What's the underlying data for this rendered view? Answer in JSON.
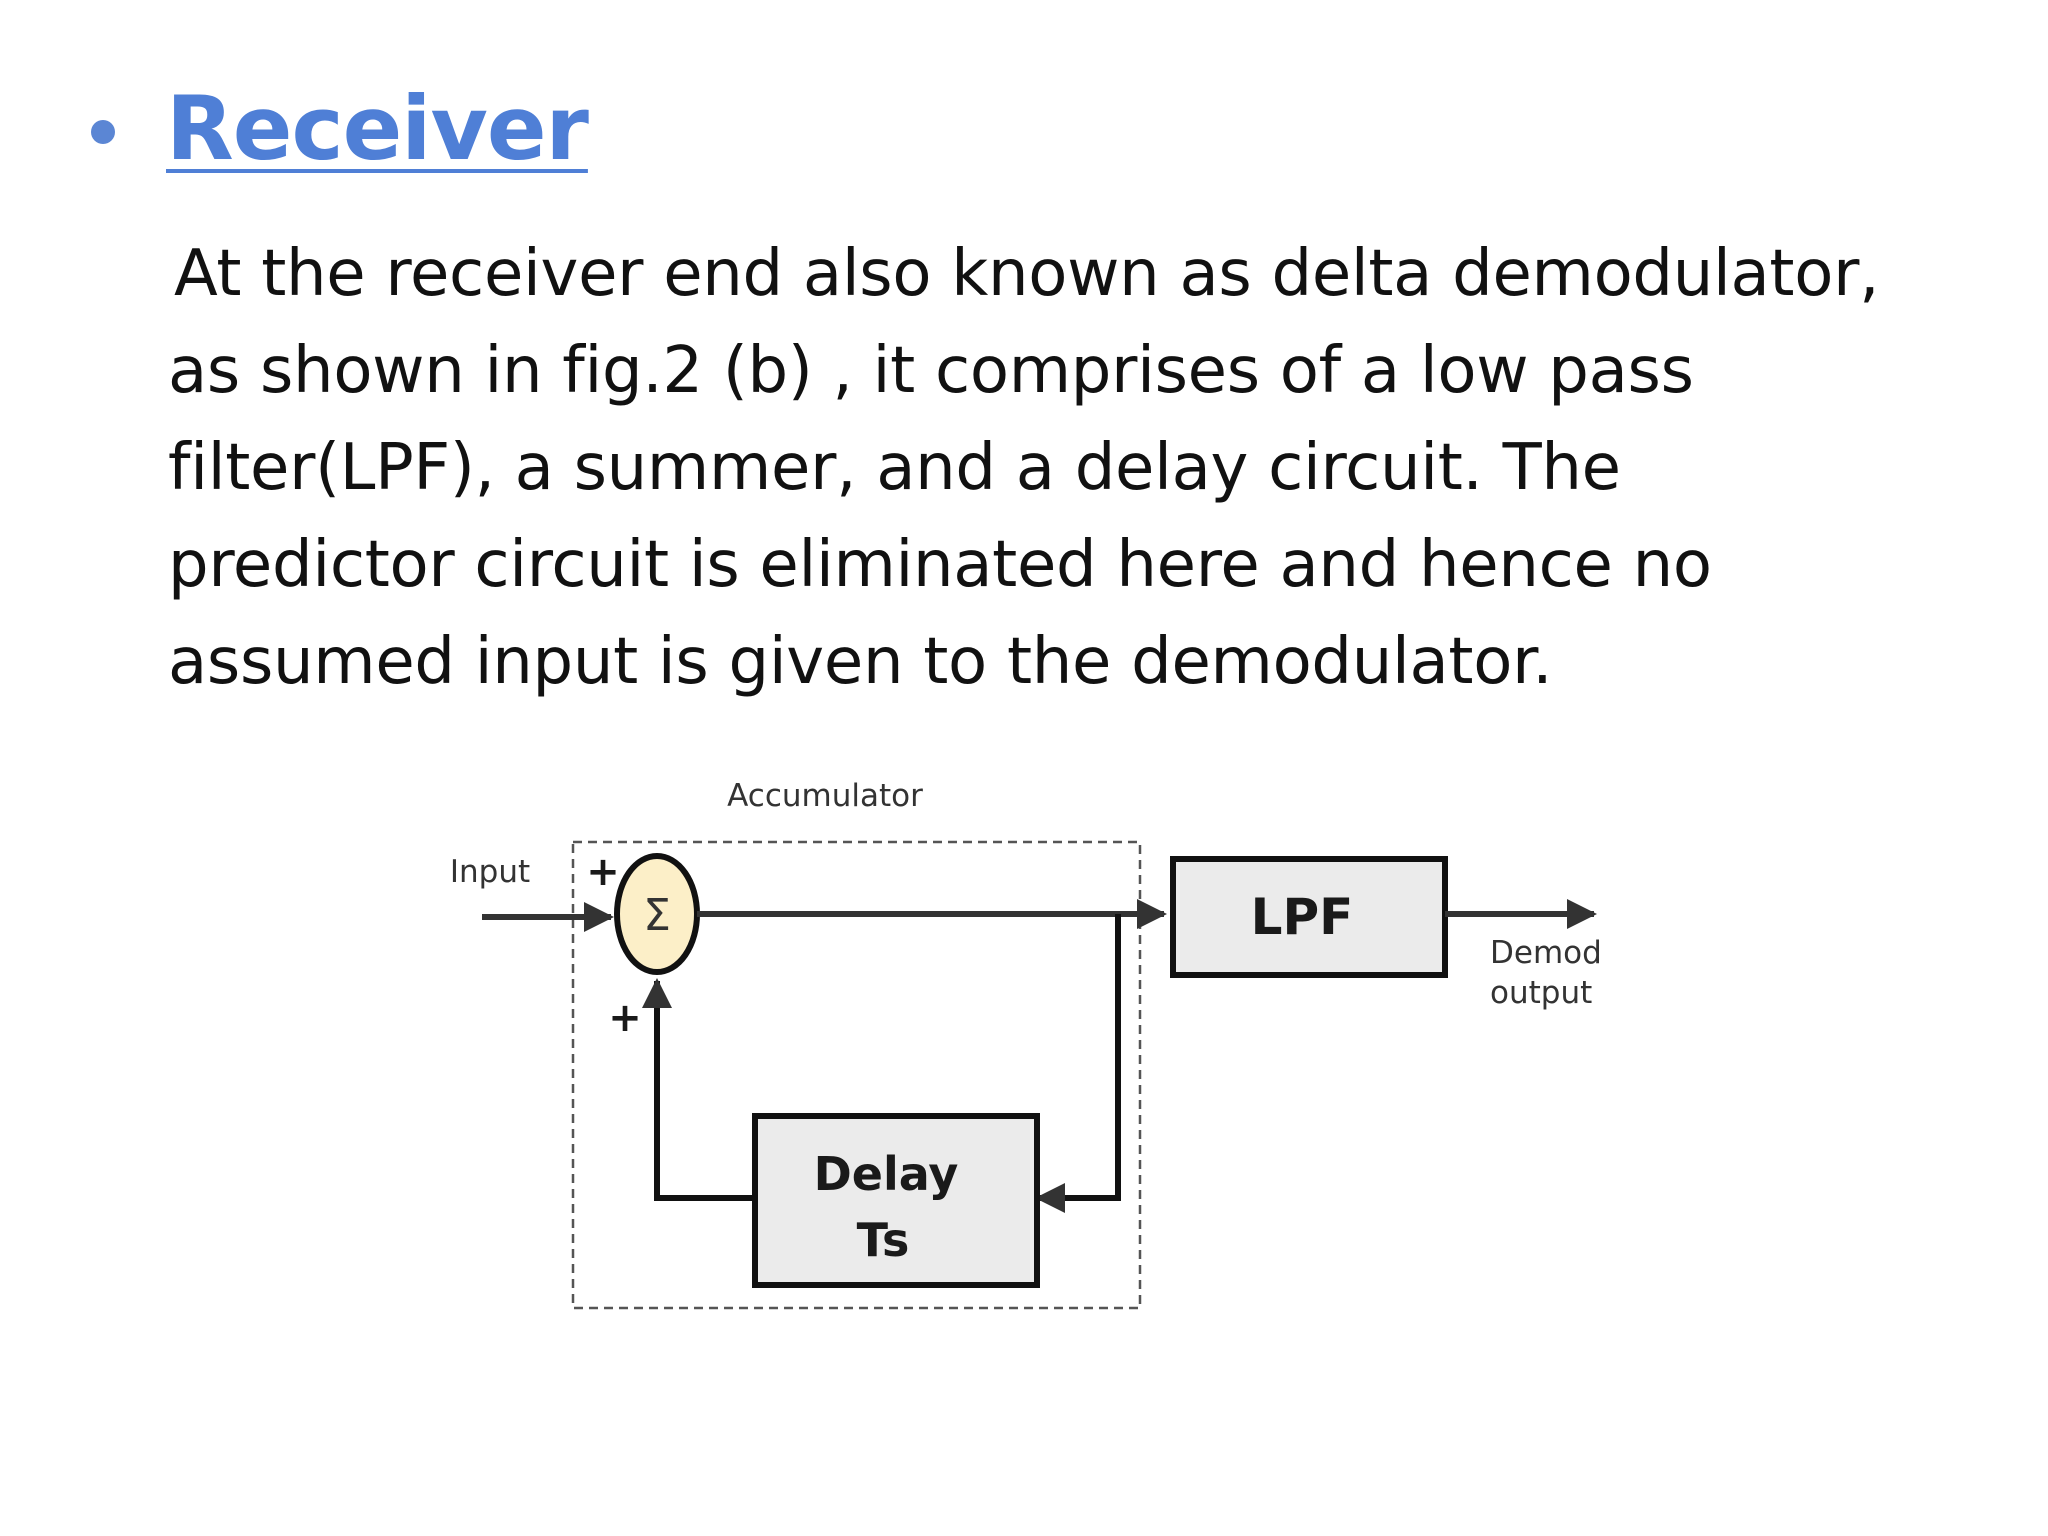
{
  "slide": {
    "heading": "Receiver",
    "paragraph_lines": [
      "At the receiver end also known as delta demodulator,",
      "as shown in fig.2 (b) , it comprises of a low pass",
      "filter(LPF), a summer, and a delay circuit. The",
      "predictor circuit is eliminated here and hence no",
      "assumed input is given to the demodulator."
    ]
  },
  "diagram": {
    "accumulator_label": "Accumulator",
    "input_label": "Input",
    "plus_top": "+",
    "plus_bottom": "+",
    "sigma_symbol": "Σ",
    "lpf_label": "LPF",
    "delay_label_line1": "Delay",
    "delay_label_line2": "Ts",
    "output_label_line1": "Demod",
    "output_label_line2": "output"
  },
  "colors": {
    "heading": "#4f7fd6",
    "bullet": "#5b86d4",
    "summer_fill": "#fcefc8",
    "block_fill": "#ebebeb"
  }
}
